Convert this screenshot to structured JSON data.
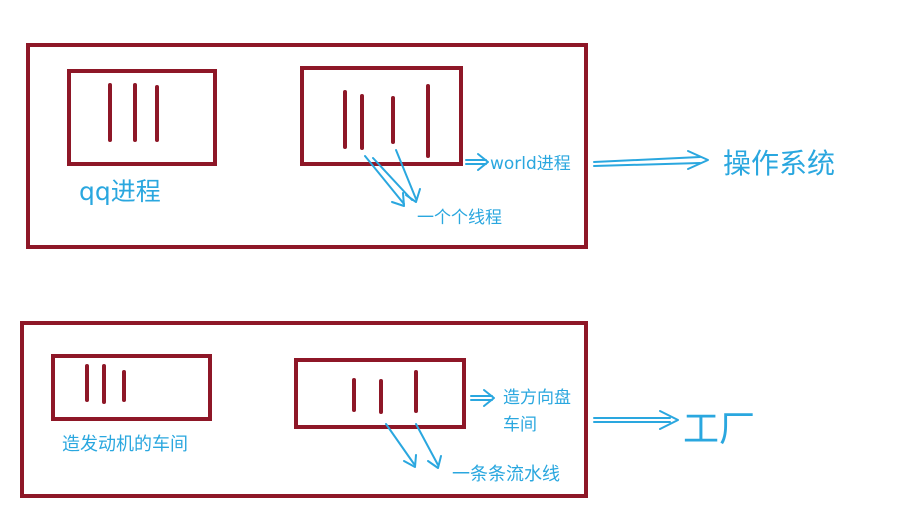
{
  "colors": {
    "box": "#8e1727",
    "annotation": "#2aa7df",
    "background": "#ffffff"
  },
  "top": {
    "process_label": "qq进程",
    "world_label": "world进程",
    "thread_label": "一个个线程",
    "os_label": "操作系统"
  },
  "bottom": {
    "engine_label": "造发动机的车间",
    "steering_label_line1": "造方向盘",
    "steering_label_line2": "车间",
    "line_label": "一条条流水线",
    "factory_label": "工厂"
  }
}
